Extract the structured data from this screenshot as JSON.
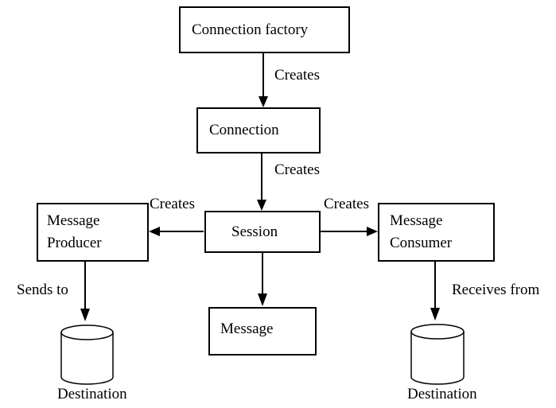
{
  "diagram": {
    "background_color": "#ffffff",
    "line_color": "#000000",
    "nodes": {
      "connection_factory": {
        "label": "Connection factory"
      },
      "connection": {
        "label": "Connection"
      },
      "session": {
        "label": "Session"
      },
      "message_producer": {
        "line1": "Message",
        "line2": "Producer"
      },
      "message_consumer": {
        "line1": "Message",
        "line2": "Consumer"
      },
      "message": {
        "label": "Message"
      },
      "destination_left": {
        "label": "Destination",
        "shape": "cylinder"
      },
      "destination_right": {
        "label": "Destination",
        "shape": "cylinder"
      }
    },
    "edge_labels": {
      "creates_factory_to_connection": "Creates",
      "creates_connection_to_session": "Creates",
      "creates_session_to_producer": "Creates",
      "creates_session_to_consumer": "Creates",
      "sends_to": "Sends to",
      "receives_from": "Receives from"
    }
  }
}
